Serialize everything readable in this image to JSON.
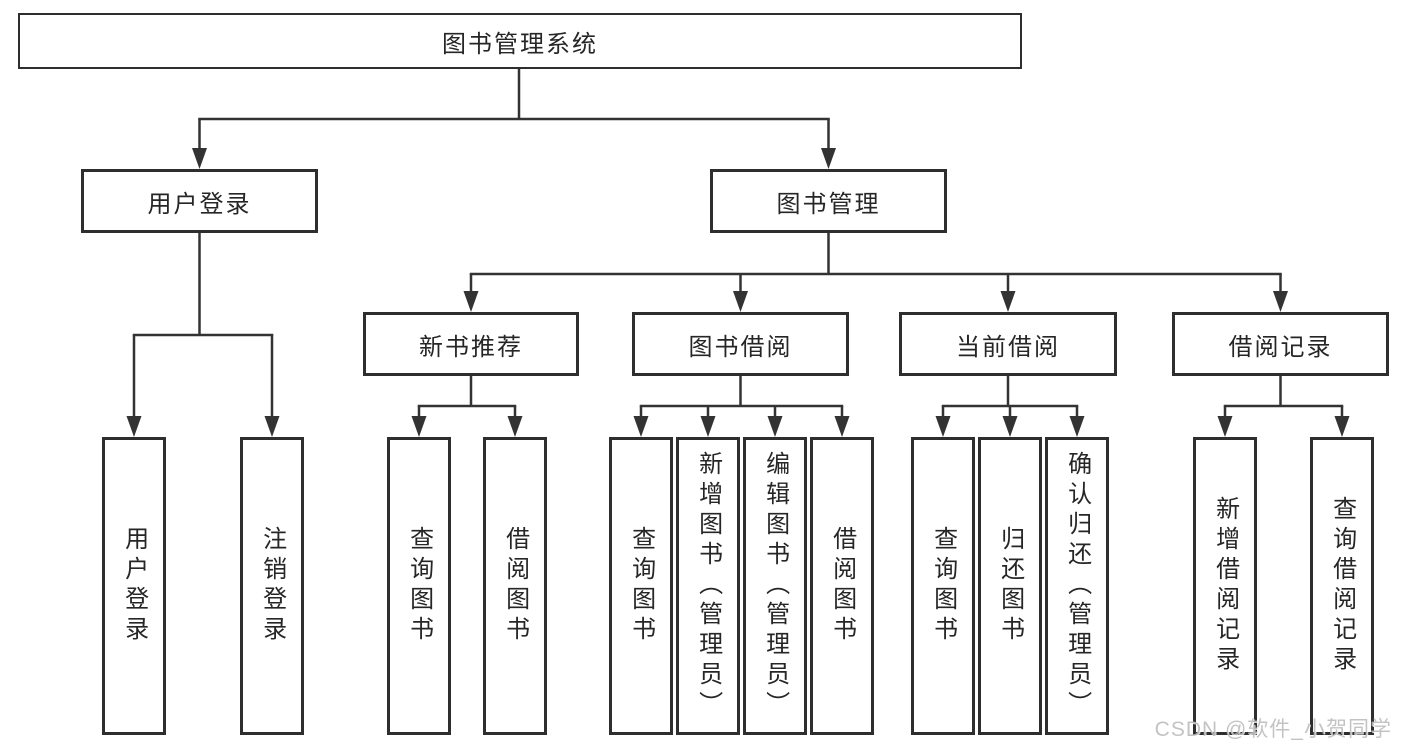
{
  "tree": {
    "label": "图书管理系统",
    "children": [
      {
        "label": "用户登录",
        "children": [
          {
            "label": "用户登录"
          },
          {
            "label": "注销登录"
          }
        ]
      },
      {
        "label": "图书管理",
        "children": [
          {
            "label": "新书推荐",
            "children": [
              {
                "label": "查询图书"
              },
              {
                "label": "借阅图书"
              }
            ]
          },
          {
            "label": "图书借阅",
            "children": [
              {
                "label": "查询图书"
              },
              {
                "label": "新增图书（管理员）"
              },
              {
                "label": "编辑图书（管理员）"
              },
              {
                "label": "借阅图书"
              }
            ]
          },
          {
            "label": "当前借阅",
            "children": [
              {
                "label": "查询图书"
              },
              {
                "label": "归还图书"
              },
              {
                "label": "确认归还（管理员）"
              }
            ]
          },
          {
            "label": "借阅记录",
            "children": [
              {
                "label": "新增借阅记录"
              },
              {
                "label": "查询借阅记录"
              }
            ]
          }
        ]
      }
    ]
  },
  "watermark": {
    "text": "CSDN @软件_小贺同学"
  },
  "colors": {
    "line": "#333333",
    "box_border": "#2e2e2e",
    "text": "#262626",
    "watermark": "#bdbdbd",
    "background": "#ffffff"
  }
}
